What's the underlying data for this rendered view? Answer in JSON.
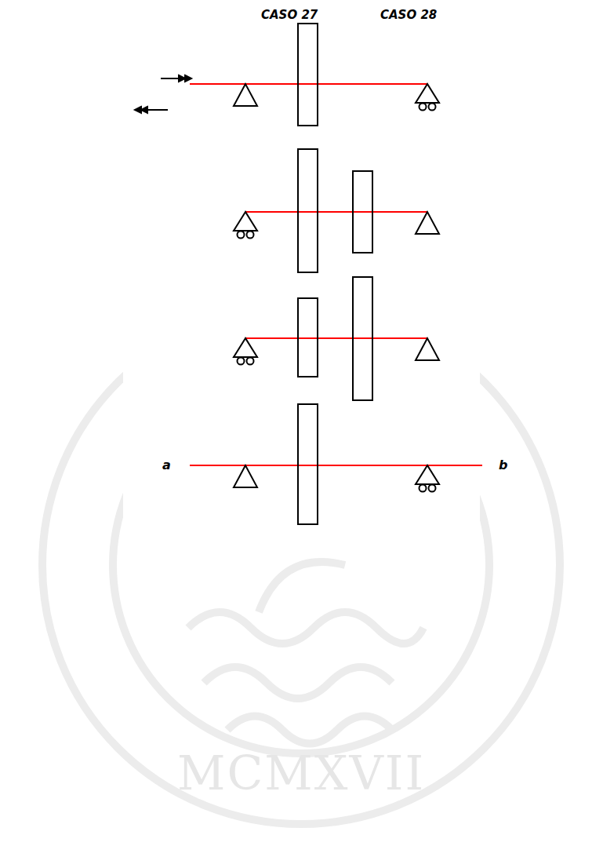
{
  "diagram": {
    "labels": [
      "CASO 27",
      "CASO 28",
      "a",
      "b",
      "MCMXVII"
    ]
  }
}
